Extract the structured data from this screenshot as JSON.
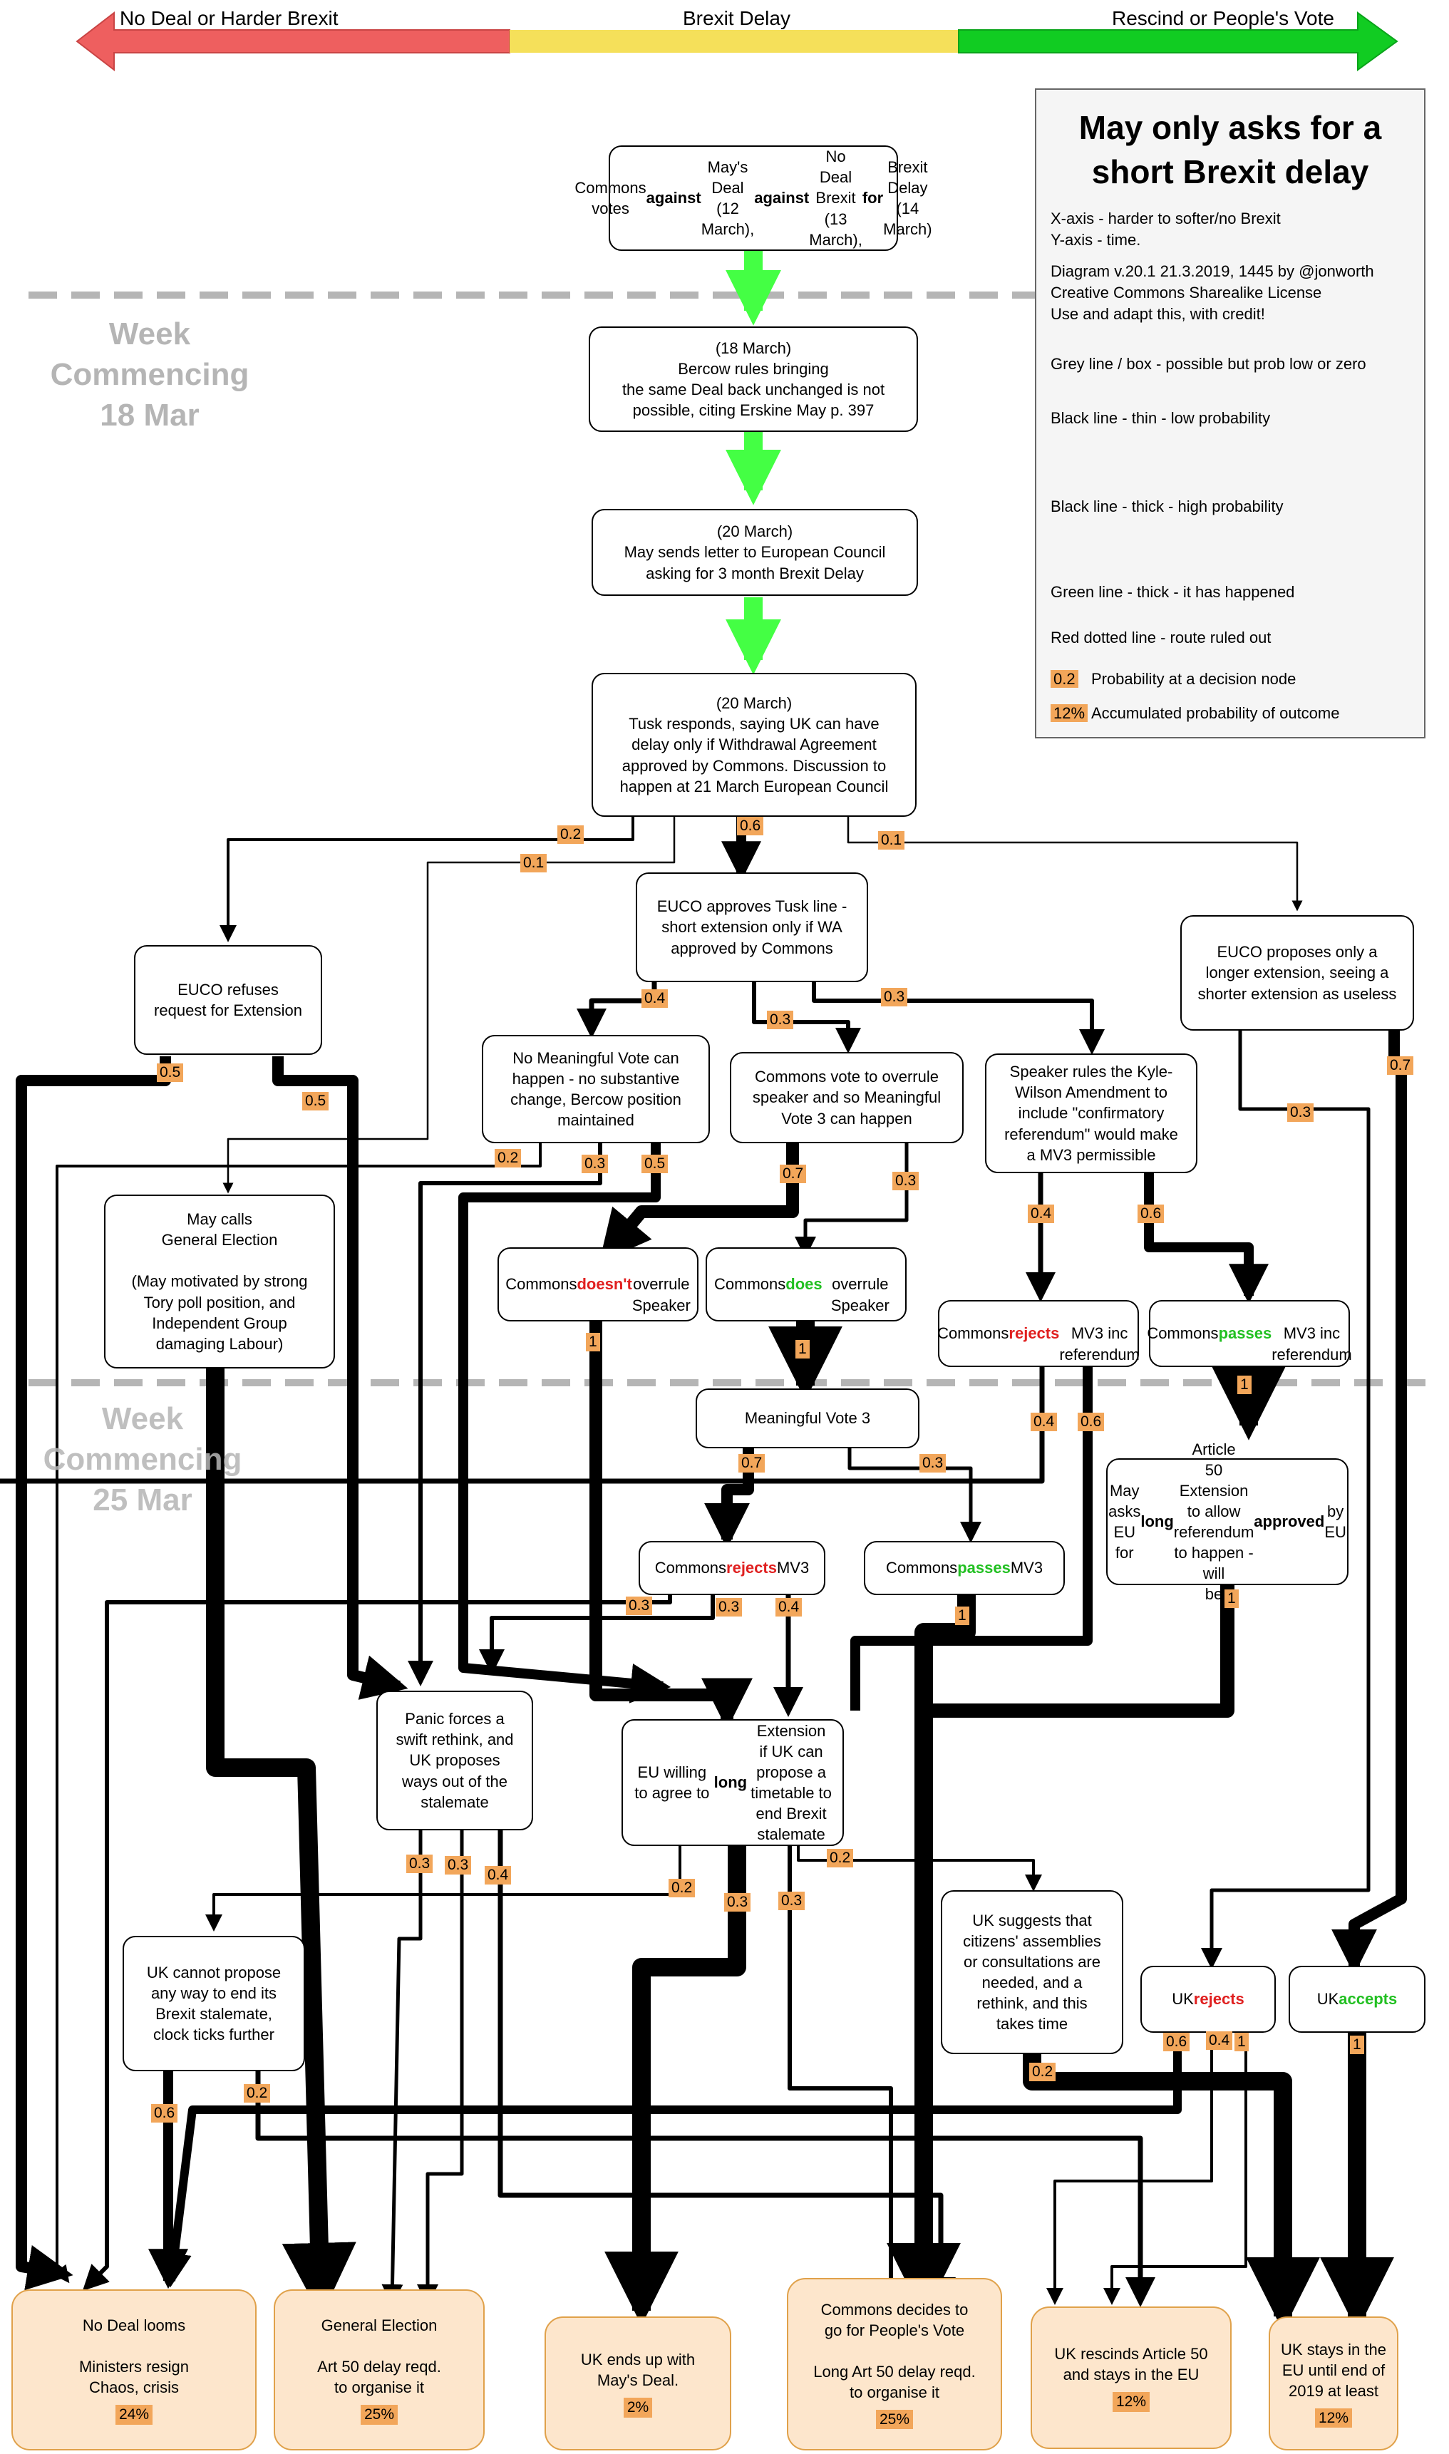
{
  "axis": {
    "left_label": "No Deal or Harder Brexit",
    "middle_label": "Brexit Delay",
    "right_label": "Rescind or People's Vote",
    "colors": {
      "left": "#ee5f5f",
      "middle": "#f5e05a",
      "right": "#11cc22"
    }
  },
  "weeks": [
    {
      "label": "Week\nCommencing\n18 Mar"
    },
    {
      "label": "Week\nCommencing\n25 Mar"
    }
  ],
  "legend": {
    "title": "May only asks for a short Brexit delay",
    "axis_desc": [
      "X-axis - harder to softer/no Brexit",
      "Y-axis - time."
    ],
    "credit": [
      "Diagram v.20.1 21.3.2019, 1445 by @jonworth",
      "Creative Commons Sharealike License",
      "Use and adapt this, with credit!"
    ],
    "items": [
      {
        "label": "Grey line / box - possible but prob low or zero"
      },
      {
        "label": "Black line - thin - low probability"
      },
      {
        "label": "Black line - thick - high probability"
      },
      {
        "label": "Green line - thick - it has happened"
      },
      {
        "label": "Red dotted line - route ruled out"
      },
      {
        "badge": "0.2",
        "label": "Probability at a decision node"
      },
      {
        "badge": "12%",
        "label": "Accumulated probability of outcome"
      }
    ]
  },
  "nodes": {
    "commons_votes": {
      "html": "Commons votes<br><b>against</b> May's Deal (12 March),<br><b>against</b> No Deal Brexit (13 March),<br><b>for</b> Brexit Delay (14 March)"
    },
    "bercow": {
      "html": "(18 March)<br>Bercow rules bringing<br>the same Deal back unchanged is not<br>possible, citing Erskine May p. 397"
    },
    "may_letter": {
      "html": "(20 March)<br>May sends letter to European Council<br>asking for 3 month Brexit Delay"
    },
    "tusk": {
      "html": "(20 March)<br>Tusk responds, saying UK can have<br>delay only if Withdrawal Agreement<br>approved by Commons. Discussion to<br>happen at 21 March European Council"
    },
    "euco_approves": {
      "html": "EUCO approves Tusk line -<br>short extension only if WA<br>approved by Commons"
    },
    "euco_refuses": {
      "html": "EUCO refuses<br>request for Extension"
    },
    "euco_longer": {
      "html": "EUCO proposes only a<br>longer extension, seeing a<br>shorter extension as useless"
    },
    "no_mv": {
      "html": "No Meaningful Vote can<br>happen - no substantive<br>change, Bercow position<br>maintained"
    },
    "overrule": {
      "html": "Commons vote to overrule<br>speaker and so Meaningful<br>Vote 3 can happen"
    },
    "kyle_wilson": {
      "html": "Speaker rules the Kyle-<br>Wilson Amendment to<br>include \"confirmatory<br>referendum\" would make<br>a MV3 permissible"
    },
    "general_election_call": {
      "html": "May calls<br>General Election<br><br>(May motivated by strong<br>Tory poll position, and<br>Independent Group<br>damaging Labour)"
    },
    "doesnt_overrule": {
      "html": "Commons <span class=\"red\">doesn't</span><br>overrule Speaker"
    },
    "does_overrule": {
      "html": "Commons <span class=\"green\">does</span><br>overrule Speaker"
    },
    "rejects_mv3_ref": {
      "html": "Commons <span class=\"red\">rejects</span><br>MV3 inc referendum"
    },
    "passes_mv3_ref": {
      "html": "Commons <span class=\"green\">passes</span><br>MV3 inc referendum"
    },
    "mv3": {
      "html": "Meaningful Vote 3"
    },
    "long_a50_ext": {
      "html": "May asks EU for <b>long</b> Article<br>50 Extension to allow<br>referendum to happen - will<br>be <b>approved</b> by EU"
    },
    "rejects_mv3": {
      "html": "Commons <span class=\"red\">rejects</span> MV3"
    },
    "passes_mv3": {
      "html": "Commons <span class=\"green\">passes</span> MV3"
    },
    "panic": {
      "html": "Panic forces a<br>swift rethink, and<br>UK proposes<br>ways out of the<br>stalemate"
    },
    "eu_long_ext": {
      "html": "EU willing to agree to<br><b>long</b> Extension<br>if UK can propose a<br>timetable to end Brexit<br>stalemate"
    },
    "uk_cannot": {
      "html": "UK cannot propose<br>any way to end its<br>Brexit stalemate,<br>clock ticks further"
    },
    "citizens": {
      "html": "UK suggests that<br>citizens' assemblies<br>or consultations are<br>needed, and a<br>rethink, and this<br>takes time"
    },
    "uk_rejects": {
      "html": "UK <span class=\"red\">rejects</span>"
    },
    "uk_accepts": {
      "html": "UK <span class=\"green\">accepts</span>"
    }
  },
  "outcomes": [
    {
      "id": "no_deal",
      "text": "No Deal looms<br><br>Ministers resign<br>Chaos, crisis",
      "pct": "24%"
    },
    {
      "id": "general_election",
      "text": "General Election<br><br>Art 50 delay reqd.<br>to organise it",
      "pct": "25%"
    },
    {
      "id": "mays_deal",
      "text": "UK ends up with<br>May's Deal.",
      "pct": "2%"
    },
    {
      "id": "peoples_vote",
      "text": "Commons decides to<br>go for People's Vote<br><br>Long Art 50 delay reqd.<br>to organise it",
      "pct": "25%"
    },
    {
      "id": "rescind",
      "text": "UK rescinds Article 50<br>and stays in the EU",
      "pct": "12%"
    },
    {
      "id": "stays_eu",
      "text": "UK stays in the<br>EU until end of<br>2019 at least",
      "pct": "12%"
    }
  ],
  "probabilities": [
    {
      "value": "0.2"
    },
    {
      "value": "0.1"
    },
    {
      "value": "0.6"
    },
    {
      "value": "0.1"
    },
    {
      "value": "0.4"
    },
    {
      "value": "0.3"
    },
    {
      "value": "0.3"
    },
    {
      "value": "0.5"
    },
    {
      "value": "0.5"
    },
    {
      "value": "0.7"
    },
    {
      "value": "0.2"
    },
    {
      "value": "0.3"
    },
    {
      "value": "0.5"
    },
    {
      "value": "0.3"
    },
    {
      "value": "0.7"
    },
    {
      "value": "0.3"
    },
    {
      "value": "0.4"
    },
    {
      "value": "0.6"
    },
    {
      "value": "1"
    },
    {
      "value": "1"
    },
    {
      "value": "1"
    },
    {
      "value": "1"
    },
    {
      "value": "0.4"
    },
    {
      "value": "0.6"
    },
    {
      "value": "0.7"
    },
    {
      "value": "0.3"
    },
    {
      "value": "0.3"
    },
    {
      "value": "0.3"
    },
    {
      "value": "0.4"
    },
    {
      "value": "1"
    },
    {
      "value": "1"
    },
    {
      "value": "0.3"
    },
    {
      "value": "0.3"
    },
    {
      "value": "0.4"
    },
    {
      "value": "0.2"
    },
    {
      "value": "0.3"
    },
    {
      "value": "0.3"
    },
    {
      "value": "0.2"
    },
    {
      "value": "0.6"
    },
    {
      "value": "0.4"
    },
    {
      "value": "1"
    },
    {
      "value": "0.6"
    },
    {
      "value": "0.2"
    },
    {
      "value": "0.2"
    },
    {
      "value": "1"
    }
  ]
}
